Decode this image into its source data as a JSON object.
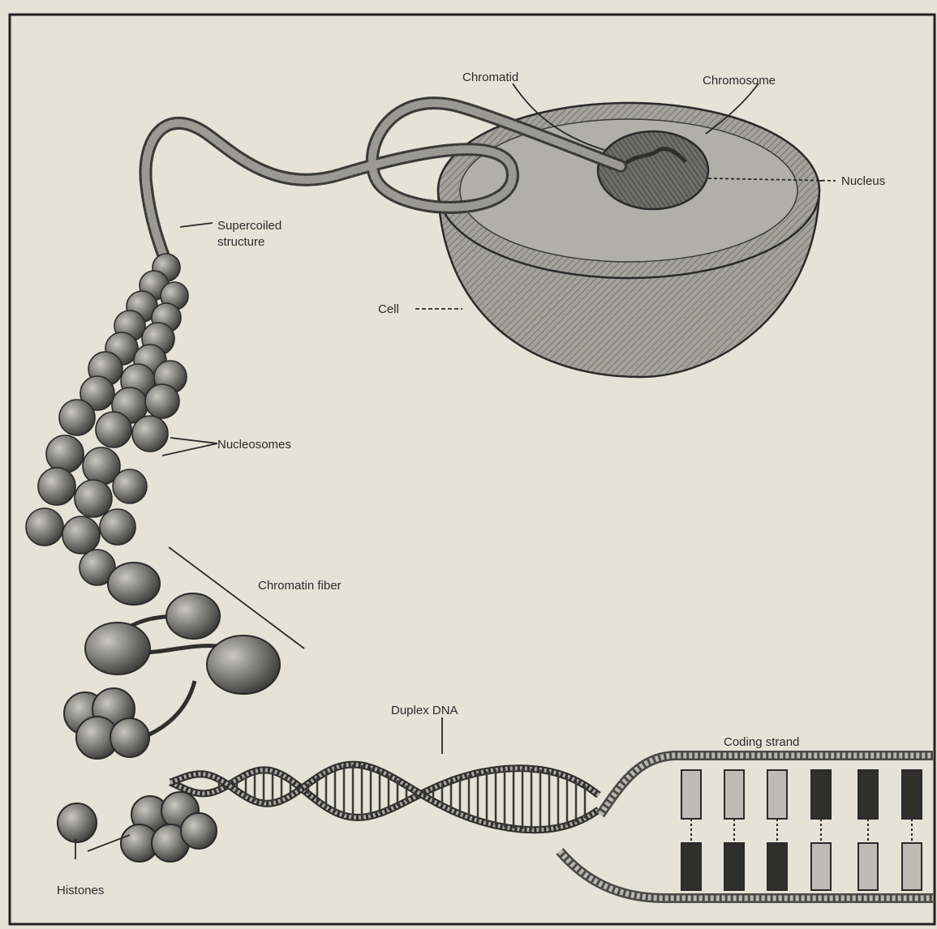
{
  "labels": {
    "chromatid": "Chromatid",
    "chromosome": "Chromosome",
    "nucleus": "Nucleus",
    "supercoiled_line1": "Supercoiled",
    "supercoiled_line2": "structure",
    "cell": "Cell",
    "nucleosomes": "Nucleosomes",
    "chromatin_fiber": "Chromatin fiber",
    "duplex_dna": "Duplex DNA",
    "coding_strand": "Coding strand",
    "histones": "Histones"
  },
  "colors": {
    "background": "#e5e3d6",
    "ink": "#2a2a2a",
    "cell_fill": "#a3a39b",
    "nucleus_fill": "#6e6e69",
    "bead_fill": "#7b7b75"
  }
}
